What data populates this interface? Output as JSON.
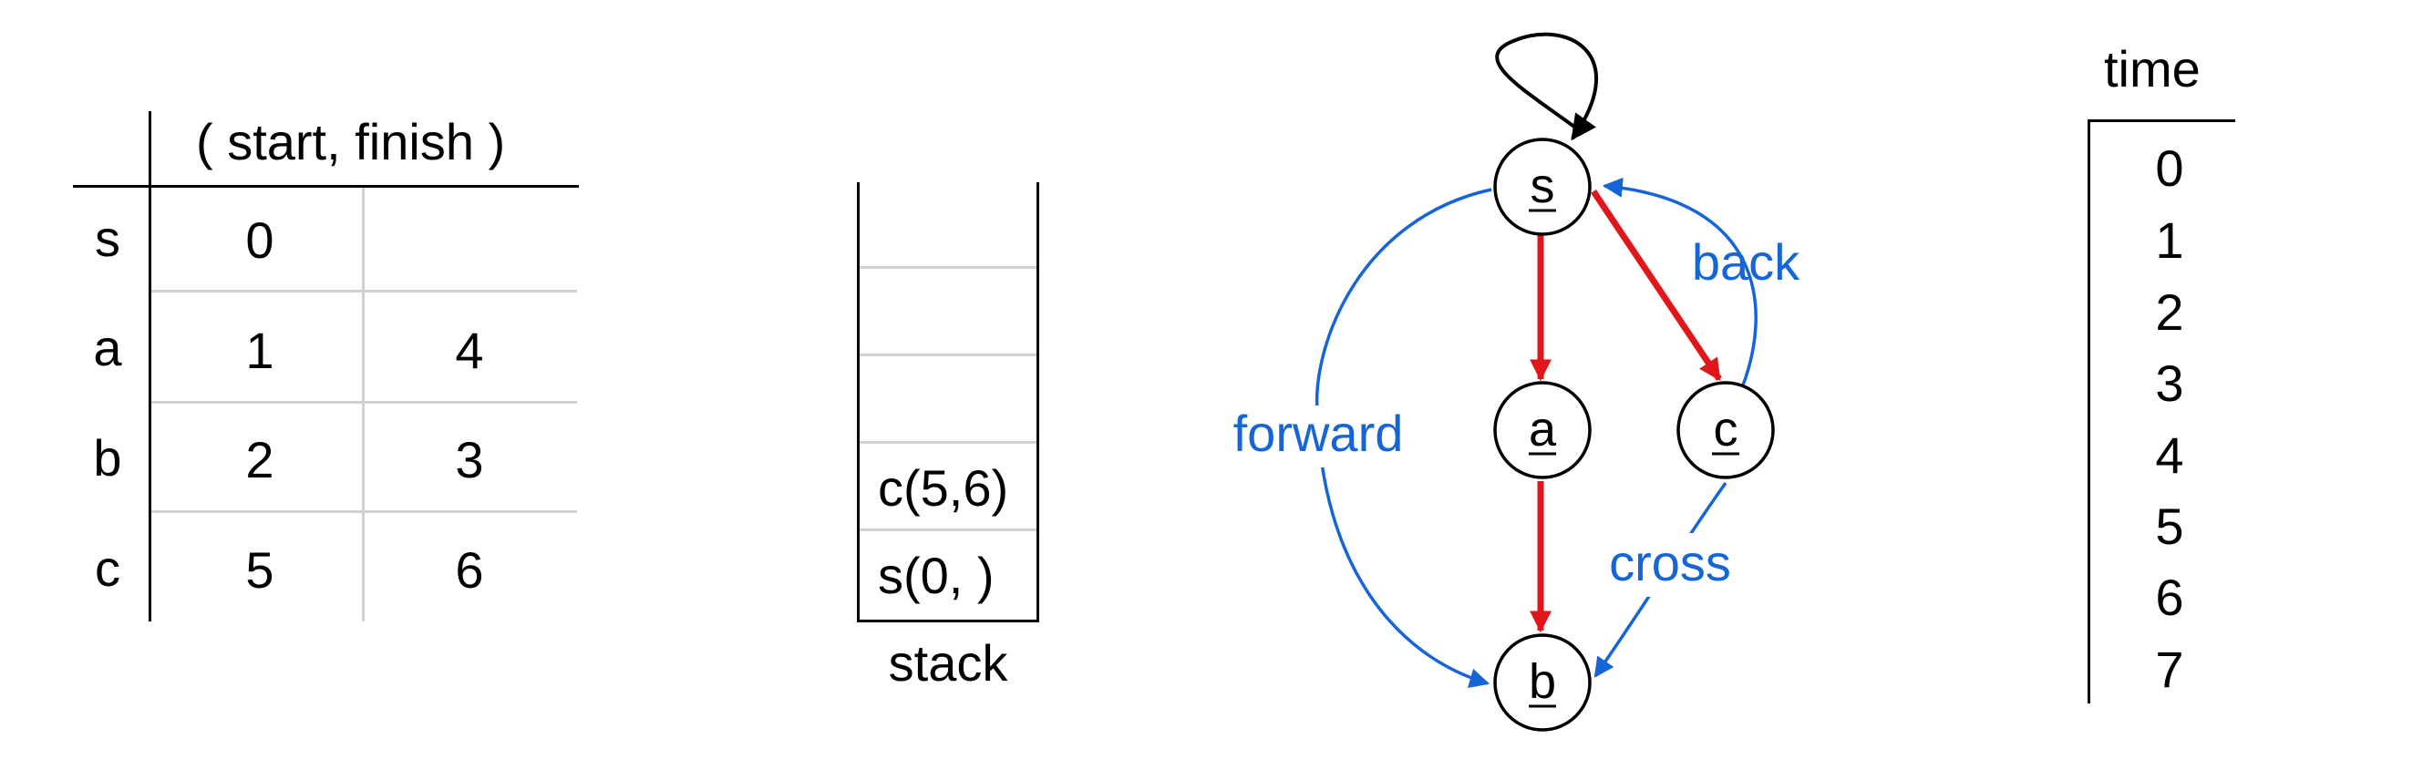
{
  "table": {
    "header": "( start, finish )",
    "rows": [
      {
        "node": "s",
        "start": "0",
        "finish": ""
      },
      {
        "node": "a",
        "start": "1",
        "finish": "4"
      },
      {
        "node": "b",
        "start": "2",
        "finish": "3"
      },
      {
        "node": "c",
        "start": "5",
        "finish": "6"
      }
    ]
  },
  "stack": {
    "label": "stack",
    "entries": [
      "",
      "",
      "",
      "c(5,6)",
      "s(0,  )"
    ]
  },
  "graph": {
    "nodes": [
      {
        "id": "s",
        "label": "s"
      },
      {
        "id": "a",
        "label": "a"
      },
      {
        "id": "c",
        "label": "c"
      },
      {
        "id": "b",
        "label": "b"
      }
    ],
    "edges": [
      {
        "from": "s",
        "to": "s",
        "type": "self-loop"
      },
      {
        "from": "s",
        "to": "a",
        "type": "tree"
      },
      {
        "from": "s",
        "to": "c",
        "type": "tree"
      },
      {
        "from": "a",
        "to": "b",
        "type": "tree"
      },
      {
        "from": "s",
        "to": "b",
        "type": "forward"
      },
      {
        "from": "c",
        "to": "s",
        "type": "back"
      },
      {
        "from": "c",
        "to": "b",
        "type": "cross"
      }
    ],
    "edge_labels": {
      "forward": "forward",
      "back": "back",
      "cross": "cross"
    },
    "colors": {
      "tree": "#e0161b",
      "nontree": "#1565d8",
      "default": "#000000"
    }
  },
  "timeline": {
    "title": "time",
    "ticks": [
      "0",
      "1",
      "2",
      "3",
      "4",
      "5",
      "6",
      "7"
    ]
  }
}
